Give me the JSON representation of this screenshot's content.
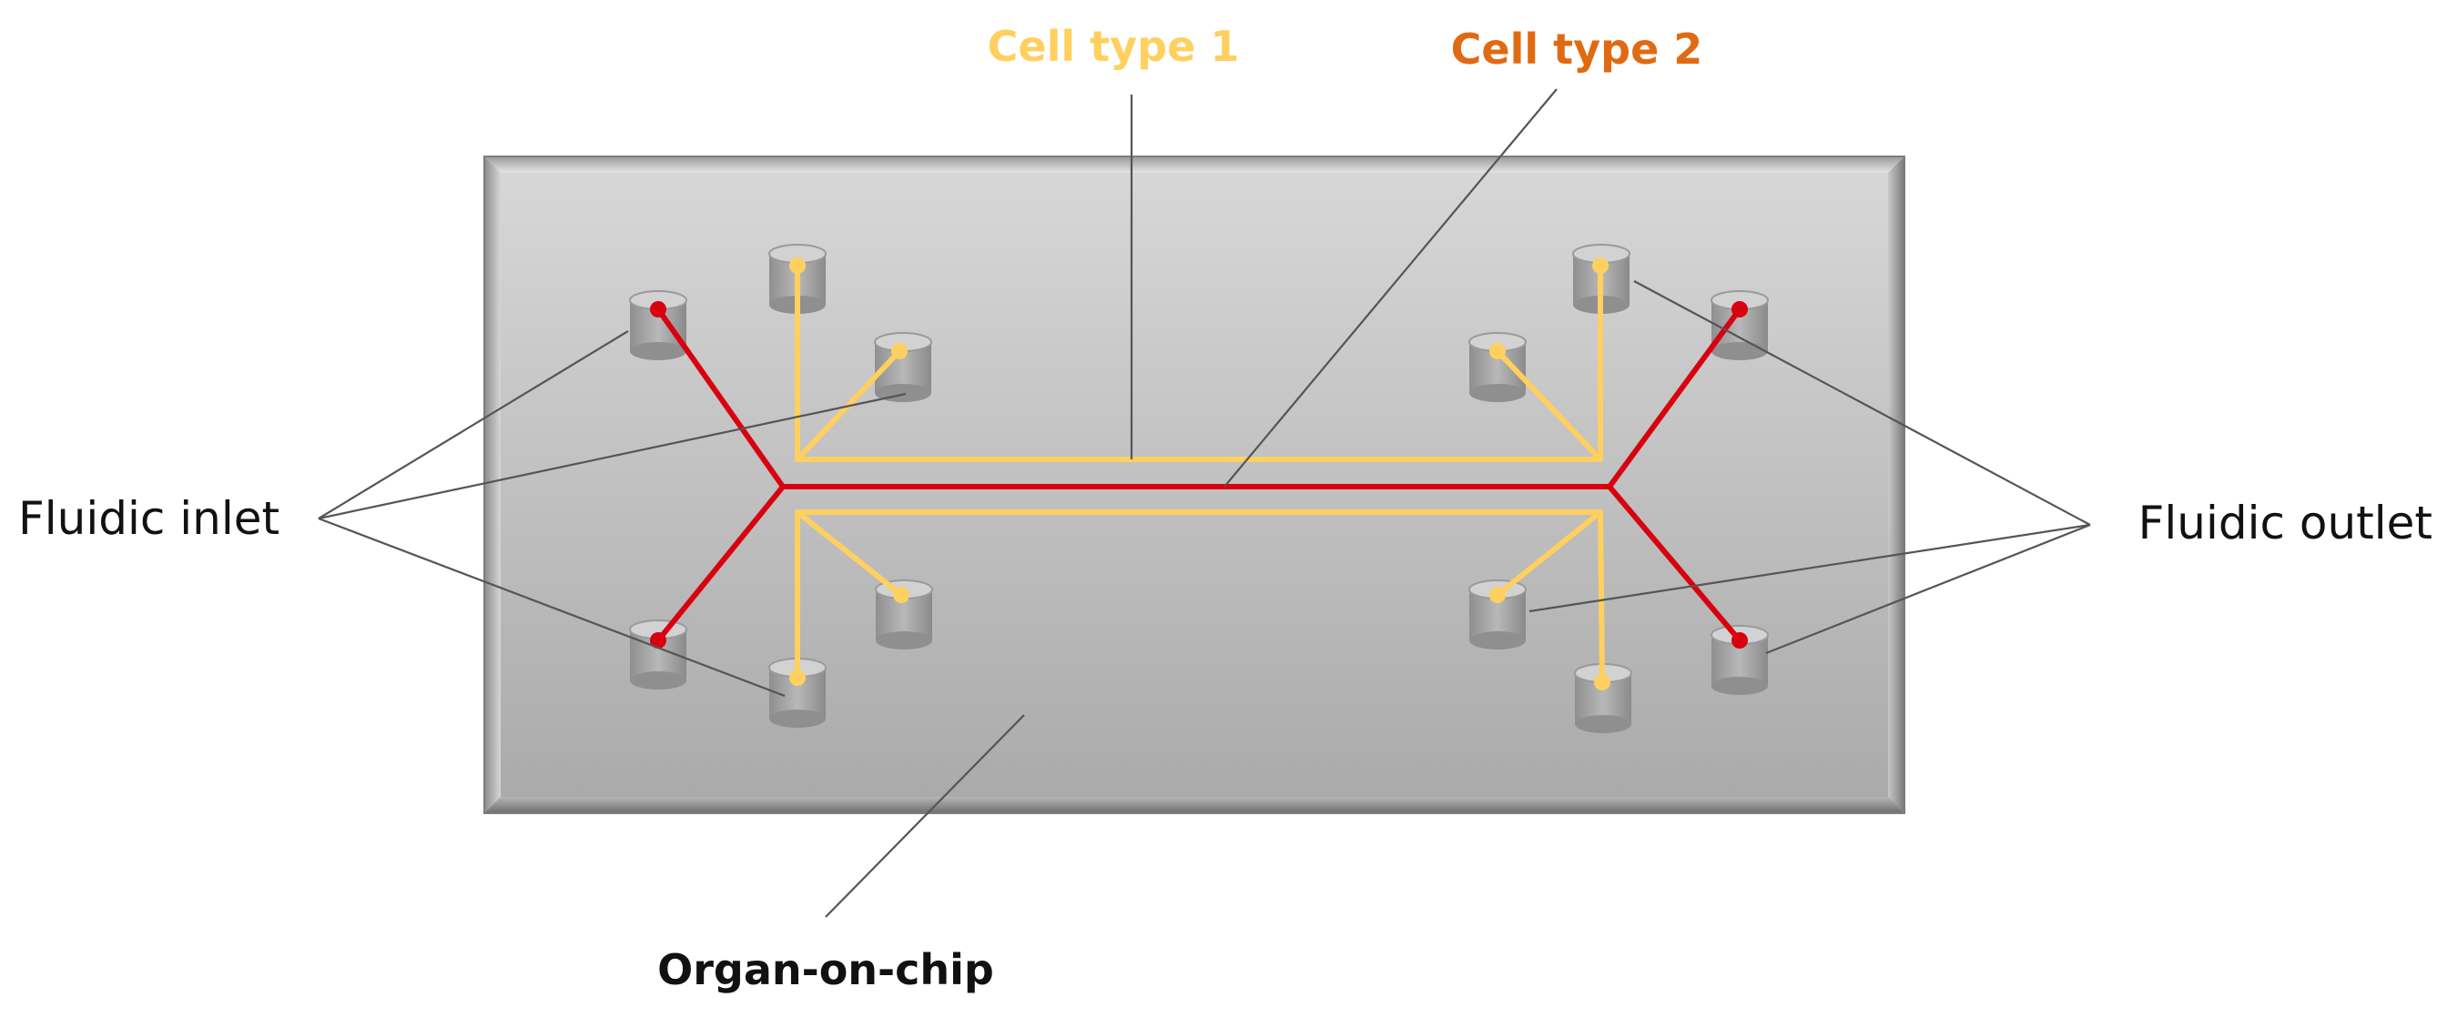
{
  "labels": {
    "cell_type_1": "Cell type 1",
    "cell_type_2": "Cell type 2",
    "fluidic_inlet": "Fluidic inlet",
    "fluidic_outlet": "Fluidic outlet",
    "organ_on_chip": "Organ-on-chip"
  },
  "colors": {
    "cell_type_1": "#ffd05f",
    "cell_type_2": "#d9000f",
    "cell_type_2_label": "#e06a12",
    "chip_surface": "#bdbdbd",
    "chip_edge": "#8a8a8a",
    "leader_line": "#555555",
    "text": "#111111"
  }
}
